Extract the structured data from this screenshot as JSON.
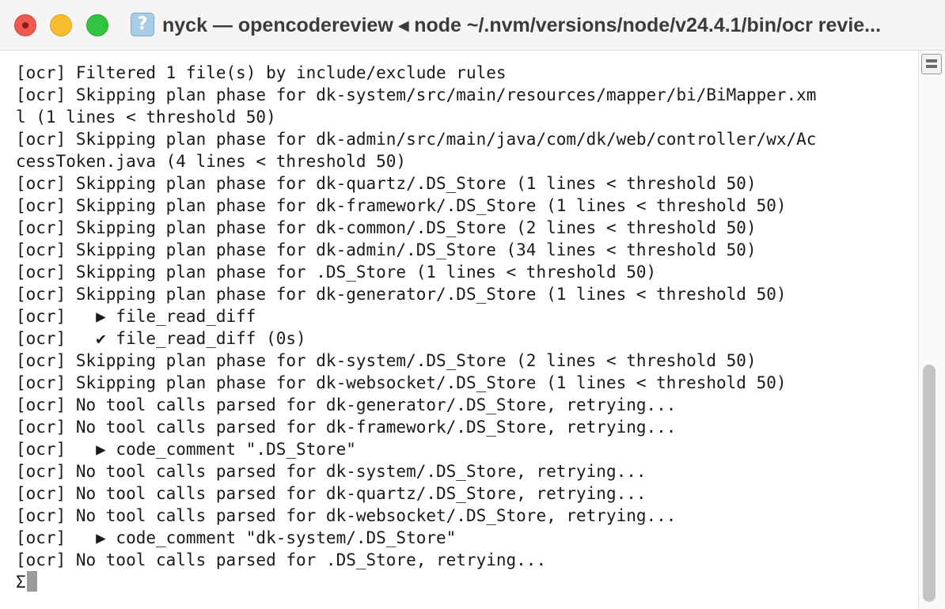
{
  "window": {
    "title": "nyck — opencodereview ◂ node ~/.nvm/versions/node/v24.4.1/bin/ocr revie...",
    "icon": "question-document-icon",
    "icon_glyph": "?"
  },
  "terminal": {
    "lines": [
      "[ocr] Filtered 1 file(s) by include/exclude rules",
      "[ocr] Skipping plan phase for dk-system/src/main/resources/mapper/bi/BiMapper.xm",
      "l (1 lines < threshold 50)",
      "[ocr] Skipping plan phase for dk-admin/src/main/java/com/dk/web/controller/wx/Ac",
      "cessToken.java (4 lines < threshold 50)",
      "[ocr] Skipping plan phase for dk-quartz/.DS_Store (1 lines < threshold 50)",
      "[ocr] Skipping plan phase for dk-framework/.DS_Store (1 lines < threshold 50)",
      "[ocr] Skipping plan phase for dk-common/.DS_Store (2 lines < threshold 50)",
      "[ocr] Skipping plan phase for dk-admin/.DS_Store (34 lines < threshold 50)",
      "[ocr] Skipping plan phase for .DS_Store (1 lines < threshold 50)",
      "[ocr] Skipping plan phase for dk-generator/.DS_Store (1 lines < threshold 50)",
      "[ocr]   ▶ file_read_diff",
      "[ocr]   ✔ file_read_diff (0s)",
      "[ocr] Skipping plan phase for dk-system/.DS_Store (2 lines < threshold 50)",
      "[ocr] Skipping plan phase for dk-websocket/.DS_Store (1 lines < threshold 50)",
      "[ocr] No tool calls parsed for dk-generator/.DS_Store, retrying...",
      "[ocr] No tool calls parsed for dk-framework/.DS_Store, retrying...",
      "[ocr]   ▶ code_comment \".DS_Store\"",
      "[ocr] No tool calls parsed for dk-system/.DS_Store, retrying...",
      "[ocr] No tool calls parsed for dk-quartz/.DS_Store, retrying...",
      "[ocr] No tool calls parsed for dk-websocket/.DS_Store, retrying...",
      "[ocr]   ▶ code_comment \"dk-system/.DS_Store\"",
      "[ocr] No tool calls parsed for .DS_Store, retrying..."
    ],
    "prompt": "Σ"
  },
  "colors": {
    "close": "#ee5a52",
    "minimize": "#f6be2e",
    "zoom": "#30c440",
    "text": "#1a1a1a",
    "cursor": "#9a9a9a"
  }
}
